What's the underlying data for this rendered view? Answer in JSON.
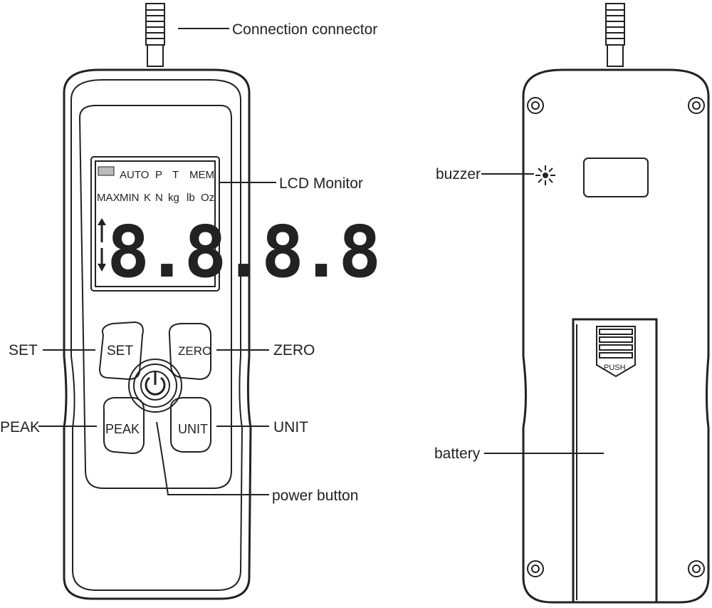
{
  "labels": {
    "connection_connector": "Connection connector",
    "lcd_monitor": "LCD Monitor",
    "set": "SET",
    "zero": "ZERO",
    "peak": "PEAK",
    "unit": "UNIT",
    "power_button": "power button",
    "buzzer": "buzzer",
    "battery": "battery"
  },
  "lcd": {
    "row1": [
      "AUTO",
      "P",
      "T",
      "MEM"
    ],
    "row2": [
      "MAX",
      "MIN",
      "K",
      "N",
      "kg",
      "lb",
      "Oz"
    ],
    "digits": "8.8.8.8"
  },
  "buttons": {
    "set": "SET",
    "zero": "ZERO",
    "peak": "PEAK",
    "unit": "UNIT"
  },
  "battery_cover": {
    "push": "PUSH"
  }
}
